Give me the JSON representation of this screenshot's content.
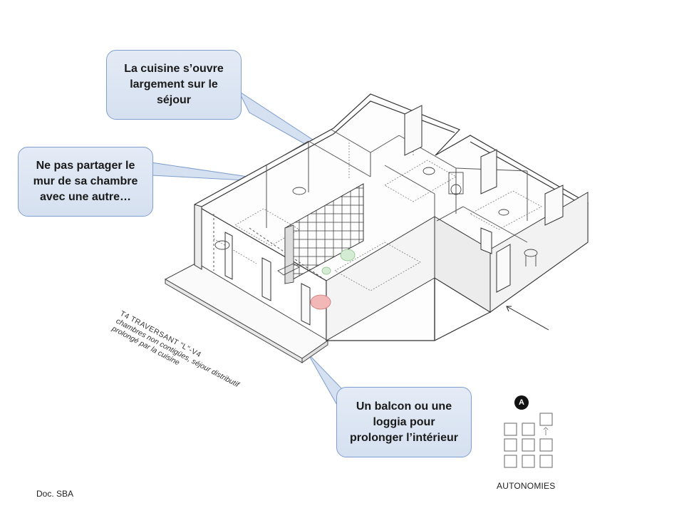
{
  "callouts": {
    "kitchen": "La cuisine s’ouvre\nlargement sur le\nséjour",
    "wall": "Ne pas partager le\nmur de sa chambre\navec une autre…",
    "balcony": "Un balcon ou une\nloggia pour\nprolonger l’intérieur"
  },
  "plan_caption": {
    "title": "T4  TRAVERSANT  \"L\"-V4",
    "description": "chambres non contigües, séjour distributif\nprolongé par la cuisine"
  },
  "legend": {
    "badge": "A",
    "label": "AUTONOMIES",
    "highlighted_cell": "row 1, column 3 (raised)"
  },
  "credit": "Doc. SBA",
  "colors": {
    "callout_fill": "#dbe4f3",
    "callout_border": "#7f9fcf",
    "line_drawing": "#333333"
  }
}
